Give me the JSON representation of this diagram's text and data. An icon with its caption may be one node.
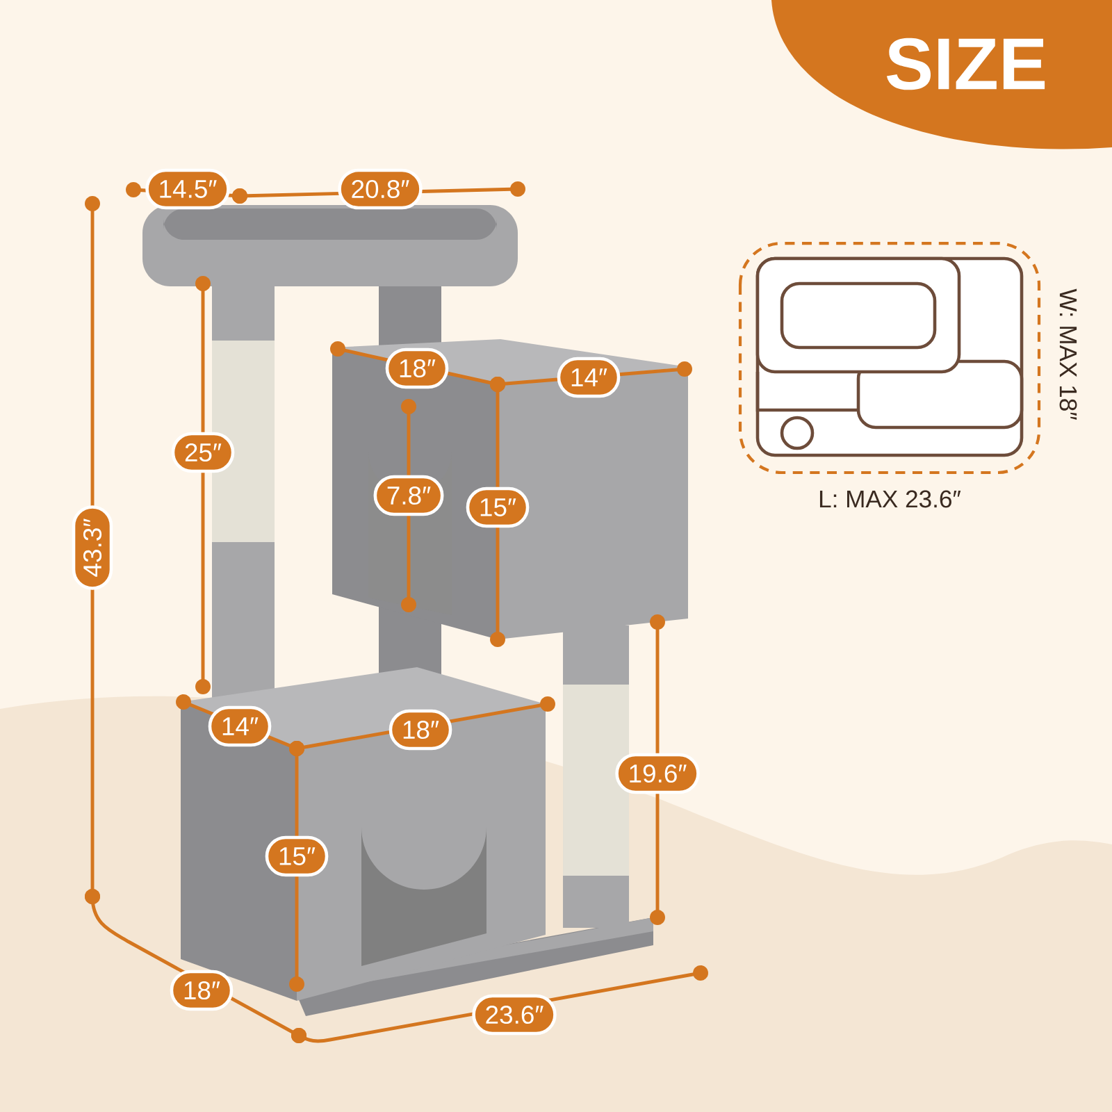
{
  "diagram": {
    "title": "SIZE",
    "labels": [
      "14.5″",
      "20.8″",
      "18″",
      "14″",
      "W: MAX 18″",
      "25″",
      "7.8″",
      "15″",
      "L: MAX 23.6″",
      "43.3″",
      "14″",
      "18″",
      "19.6″",
      "15″",
      "18″",
      "23.6″"
    ]
  }
}
